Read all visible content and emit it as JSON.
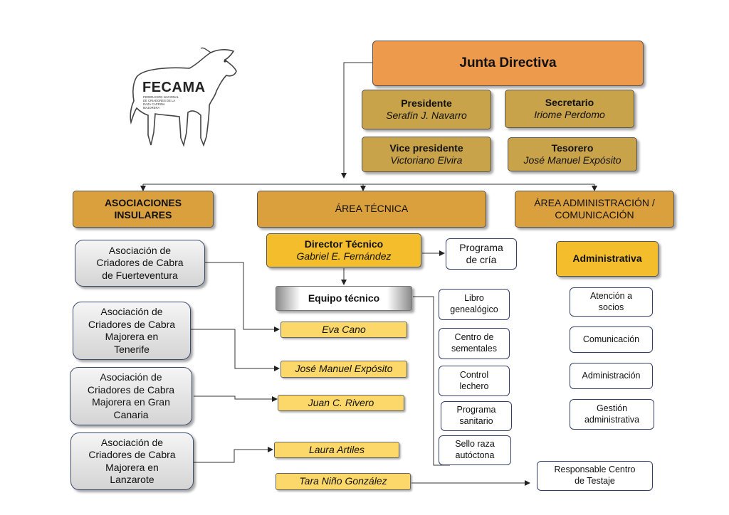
{
  "logo": {
    "text": "FECAMA",
    "subtitle_lines": [
      "FEDERACIÓN NACIONAL",
      "DE CRIADORES DE LA",
      "RAZA CAPRINA",
      "MAJORERA"
    ]
  },
  "board": {
    "title": "Junta Directiva",
    "president": {
      "role": "Presidente",
      "name": "Serafín J. Navarro"
    },
    "vice_president": {
      "role": "Vice presidente",
      "name": "Victoriano Elvira"
    },
    "secretary": {
      "role": "Secretario",
      "name": "Iriome Perdomo"
    },
    "treasurer": {
      "role": "Tesorero",
      "name": "José Manuel Expósito"
    }
  },
  "areas": {
    "insular": "ASOCIACIONES INSULARES",
    "tecnica": "ÁREA TÉCNICA",
    "admin_line1": "ÁREA ADMINISTRACIÓN /",
    "admin_line2": "COMUNICACIÓN"
  },
  "associations": [
    {
      "lines": [
        "Asociación de",
        "Criadores de Cabra",
        "de Fuerteventura"
      ]
    },
    {
      "lines": [
        "Asociación de",
        "Criadores de Cabra",
        "Majorera en",
        "Tenerife"
      ]
    },
    {
      "lines": [
        "Asociación de",
        "Criadores de Cabra",
        "Majorera en Gran",
        "Canaria"
      ]
    },
    {
      "lines": [
        "Asociación de",
        "Criadores de Cabra",
        "Majorera en",
        "Lanzarote"
      ]
    }
  ],
  "technical_director": {
    "role": "Director Técnico",
    "name": "Gabriel E. Fernández"
  },
  "breeding_program": {
    "line1": "Programa",
    "line2": "de cría"
  },
  "technical_team": {
    "title": "Equipo técnico",
    "members": [
      "Eva Cano",
      "José Manuel Expósito",
      "Juan C. Rivero",
      "Laura Artiles",
      "Tara Niño González"
    ]
  },
  "programs": [
    {
      "line1": "Libro",
      "line2": "genealógico"
    },
    {
      "line1": "Centro de",
      "line2": "sementales"
    },
    {
      "line1": "Control",
      "line2": "lechero"
    },
    {
      "line1": "Programa",
      "line2": "sanitario"
    },
    {
      "line1": "Sello raza",
      "line2": "autóctona"
    }
  ],
  "testing_center": {
    "line1": "Responsable Centro",
    "line2": "de Testaje"
  },
  "administrative": {
    "title": "Administrativa",
    "items": [
      {
        "line1": "Atención a",
        "line2": "socios"
      },
      {
        "line1": "Comunicación",
        "line2": ""
      },
      {
        "line1": "Administración",
        "line2": ""
      },
      {
        "line1": "Gestión",
        "line2": "administrativa"
      }
    ]
  }
}
